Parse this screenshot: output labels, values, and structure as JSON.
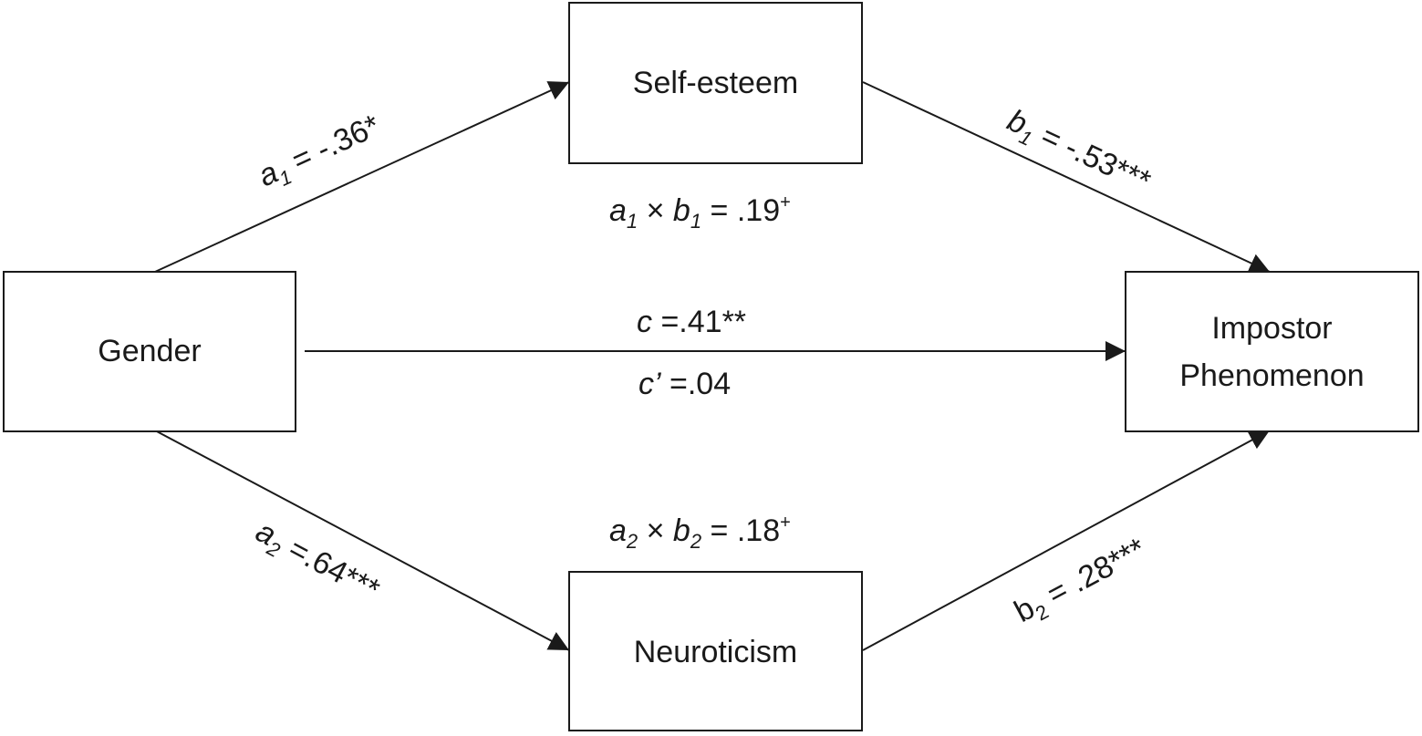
{
  "nodes": {
    "gender": "Gender",
    "self_esteem": "Self-esteem",
    "neuroticism": "Neuroticism",
    "impostor": [
      "Impostor",
      "Phenomenon"
    ]
  },
  "paths": {
    "a1": {
      "symbol": "a",
      "sub": "1",
      "text": " = -.36*"
    },
    "b1": {
      "symbol": "b",
      "sub": "1",
      "text": " = -.53***"
    },
    "a2": {
      "symbol": "a",
      "sub": "2",
      "text": " =.64***"
    },
    "b2": {
      "symbol": "b",
      "sub": "2",
      "text": " = .28***"
    },
    "c": {
      "symbol": "c",
      "text": " =.41**"
    },
    "c_prime": {
      "symbol": "c’",
      "text": " =.04"
    },
    "ind1": {
      "a": "a",
      "a_sub": "1",
      "times": " × ",
      "b": "b",
      "b_sub": "1",
      "text": " = .19",
      "sup": "+"
    },
    "ind2": {
      "a": "a",
      "a_sub": "2",
      "times": " × ",
      "b": "b",
      "b_sub": "2",
      "text": " = .18",
      "sup": "+"
    }
  }
}
